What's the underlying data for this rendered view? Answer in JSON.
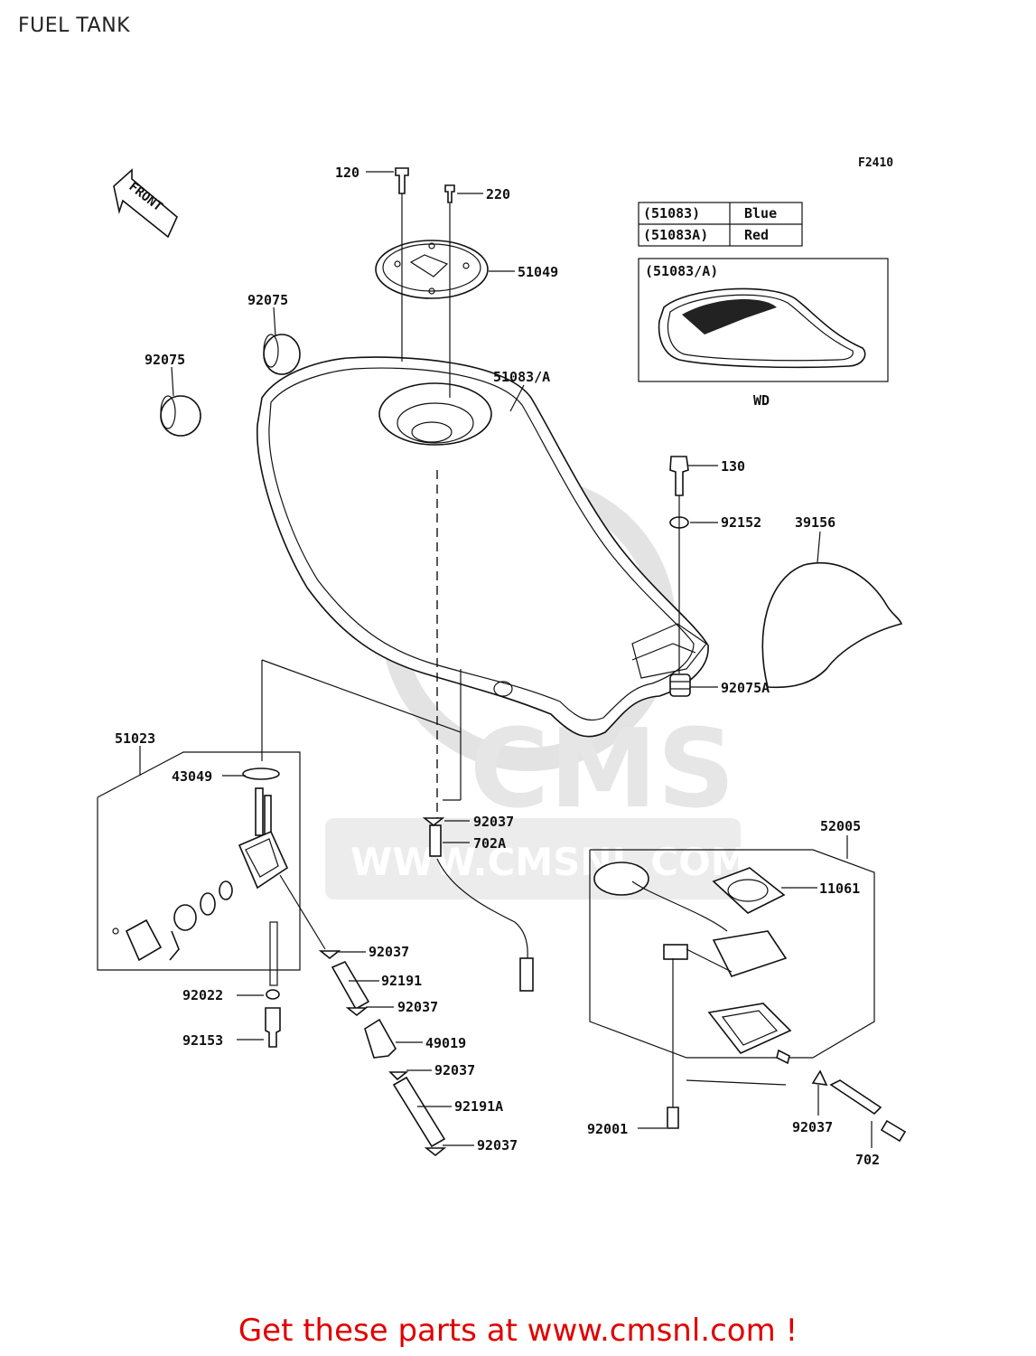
{
  "title": "FUEL TANK",
  "figure_code": "F2410",
  "front_label": "FRONT",
  "watermark": {
    "brand": "CMS",
    "url": "WWW.CMSNL.COM"
  },
  "color_table": {
    "rows": [
      {
        "code": "(51083)",
        "color": "Blue"
      },
      {
        "code": "(51083A)",
        "color": "Red"
      }
    ]
  },
  "inset": {
    "label": "(51083/A)",
    "caption": "WD"
  },
  "callouts": {
    "c120": "120",
    "c220": "220",
    "c51049": "51049",
    "c92075a": "92075",
    "c92075b": "92075",
    "c51083A": "51083/A",
    "c130": "130",
    "c92152": "92152",
    "c39156": "39156",
    "c92075A": "92075A",
    "c51023": "51023",
    "c43049": "43049",
    "c92037a": "92037",
    "c702A": "702A",
    "c52005": "52005",
    "c11061": "11061",
    "c92037b": "92037",
    "c92191": "92191",
    "c92022": "92022",
    "c92037c": "92037",
    "c92153": "92153",
    "c49019": "49019",
    "c92037d": "92037",
    "c92191A": "92191A",
    "c92037e": "92037",
    "c92001": "92001",
    "c92037f": "92037",
    "c702": "702"
  },
  "footer_text": "Get these parts at www.cmsnl.com !"
}
